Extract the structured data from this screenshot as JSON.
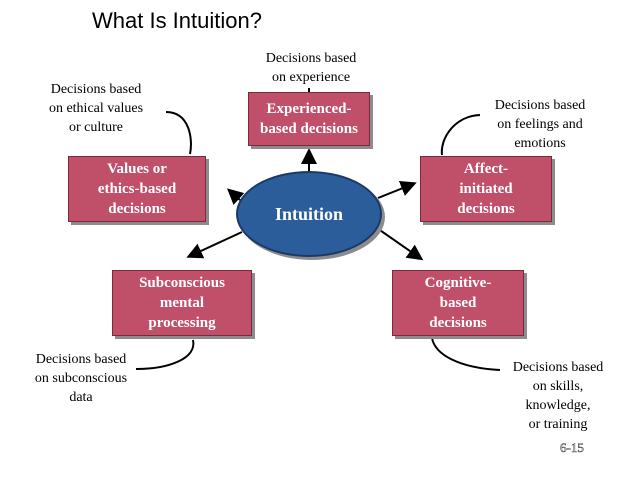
{
  "title": "What Is Intuition?",
  "center": "Intuition",
  "boxes": {
    "experienced": "Experienced-\nbased decisions",
    "values": "Values or\nethics-based\ndecisions",
    "affect": "Affect-\ninitiated\ndecisions",
    "subconscious": "Subconscious\nmental\nprocessing",
    "cognitive": "Cognitive-\nbased\ndecisions"
  },
  "notes": {
    "experience": "Decisions based\non experience",
    "ethical": "Decisions based\non ethical values\nor culture",
    "feelings": "Decisions based\non feelings and\nemotions",
    "subconscious": "Decisions based\non subconscious\ndata",
    "skills": "Decisions based\non skills,\nknowledge,\nor training"
  },
  "page_number": "6-15",
  "colors": {
    "box": "#c0506a",
    "ellipse": "#2b5d9a"
  }
}
